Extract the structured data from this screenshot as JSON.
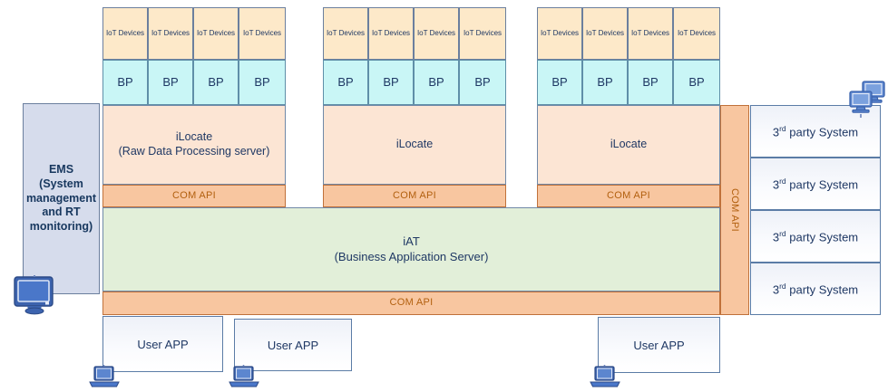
{
  "diagram": {
    "title": "System architecture diagram",
    "colors": {
      "iot_fill": "#fde9c9",
      "bp_fill": "#c9f6f6",
      "ilocate_fill": "#fce5d4",
      "comapi_fill": "#f8c6a0",
      "comapi_text": "#b2600f",
      "iat_fill": "#e2efd9",
      "ems_fill": "#d6dcec",
      "panel_fill": "#eef1f8",
      "text": "#1f3864",
      "border": "#7089a8"
    },
    "ems": {
      "label": "EMS\n(System management and RT monitoring)",
      "lines": [
        "EMS",
        "(System",
        "management",
        "and RT",
        "monitoring)"
      ],
      "icon": "desktop-monitor-icon"
    },
    "clusters": [
      {
        "id": "cluster-1",
        "iot_label": "IoT Devices",
        "iot_count": 4,
        "bp_label": "BP",
        "bp_count": 4,
        "server_lines": [
          "iLocate",
          "(Raw Data Processing server)"
        ],
        "com_api_label": "COM API"
      },
      {
        "id": "cluster-2",
        "iot_label": "IoT Devices",
        "iot_count": 4,
        "bp_label": "BP",
        "bp_count": 4,
        "server_lines": [
          "iLocate"
        ],
        "com_api_label": "COM API"
      },
      {
        "id": "cluster-3",
        "iot_label": "IoT Devices",
        "iot_count": 4,
        "bp_label": "BP",
        "bp_count": 4,
        "server_lines": [
          "iLocate"
        ],
        "com_api_label": "COM API"
      }
    ],
    "iat": {
      "lines": [
        "iAT",
        "(Business Application Server)"
      ]
    },
    "com_api_bottom": {
      "label": "COM API"
    },
    "com_api_right": {
      "label": "COM API"
    },
    "third_party": {
      "items": [
        {
          "prefix": "3",
          "sup": "rd",
          "suffix": " party System"
        },
        {
          "prefix": "3",
          "sup": "rd",
          "suffix": " party System"
        },
        {
          "prefix": "3",
          "sup": "rd",
          "suffix": " party System"
        },
        {
          "prefix": "3",
          "sup": "rd",
          "suffix": " party System"
        }
      ],
      "icon": "stacked-computers-icon"
    },
    "user_apps": [
      {
        "label": "User APP",
        "icon": "laptop-icon"
      },
      {
        "label": "User APP",
        "icon": "laptop-icon"
      },
      {
        "label": "User APP",
        "icon": "laptop-icon"
      }
    ]
  }
}
